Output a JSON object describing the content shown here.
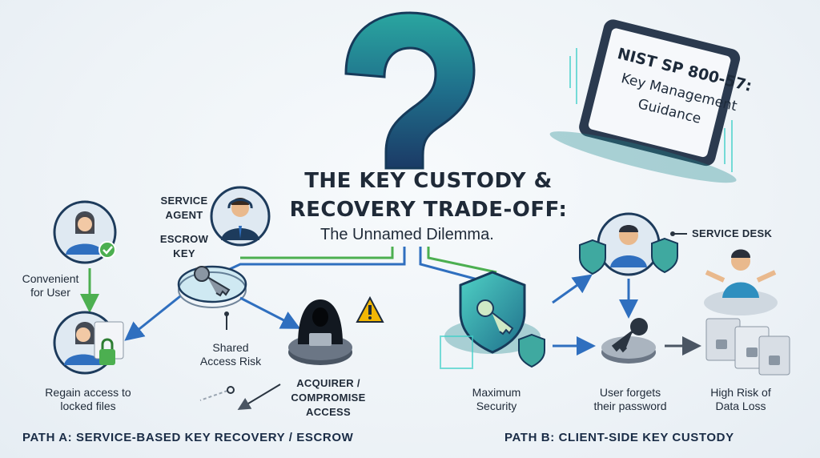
{
  "title": {
    "line1": "THE KEY CUSTODY &",
    "line2": "RECOVERY TRADE-OFF:",
    "subtitle": "The Unnamed Dilemma."
  },
  "document": {
    "line1": "NIST SP 800-57:",
    "line2": "Key Management",
    "line3": "Guidance"
  },
  "path_a": {
    "heading": "PATH A: SERVICE-BASED KEY RECOVERY / ESCROW",
    "service_agent": [
      "SERVICE",
      "AGENT"
    ],
    "escrow_key": [
      "ESCROW",
      "KEY"
    ],
    "convenient": [
      "Convenient",
      "for User"
    ],
    "regain": [
      "Regain access to",
      "locked files"
    ],
    "shared_risk": [
      "Shared",
      "Access Risk"
    ],
    "acquirer": [
      "ACQUIRER /",
      "COMPROMISE",
      "ACCESS"
    ]
  },
  "path_b": {
    "heading": "PATH B: CLIENT-SIDE KEY CUSTODY",
    "service_desk": "SERVICE DESK",
    "max_security": [
      "Maximum",
      "Security"
    ],
    "forgets": [
      "User forgets",
      "their password"
    ],
    "high_risk": [
      "High Risk of",
      "Data Loss"
    ]
  },
  "colors": {
    "teal": "#1f8a8f",
    "navy": "#1d3b5c",
    "green": "#4caf50",
    "blue_line": "#2f6fbf",
    "warning": "#f2b705"
  }
}
